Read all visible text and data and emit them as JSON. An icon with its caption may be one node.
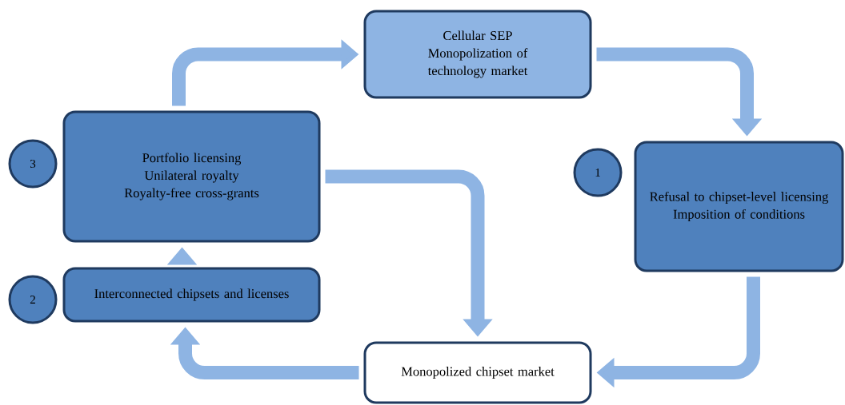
{
  "diagram": {
    "nodes": [
      {
        "text": [
          "Cellular SEP",
          "Monopolization of technology market"
        ]
      },
      {
        "text": [
          "3"
        ]
      },
      {
        "text": [
          "Portfolio licensing",
          "Unilateral royalty",
          "Royalty-free cross-grants"
        ]
      },
      {
        "text": [
          "1"
        ]
      },
      {
        "text": [
          "Refusal to chipset-level licensing",
          "Imposition of conditions"
        ]
      },
      {
        "text": [
          "2"
        ]
      },
      {
        "text": [
          "Interconnected chipsets and licenses"
        ]
      },
      {
        "text": [
          "Monopolized chipset market"
        ]
      }
    ],
    "edges": [
      {
        "from": 2,
        "to": 0,
        "arrow": "to"
      },
      {
        "from": 0,
        "to": 4,
        "arrow": "to"
      },
      {
        "from": 4,
        "to": 7,
        "arrow": "to"
      },
      {
        "from": 7,
        "to": 6,
        "arrow": "to"
      },
      {
        "from": 6,
        "to": 2,
        "arrow": "to"
      },
      {
        "from": 2,
        "to": 7,
        "arrow": "to"
      }
    ]
  }
}
